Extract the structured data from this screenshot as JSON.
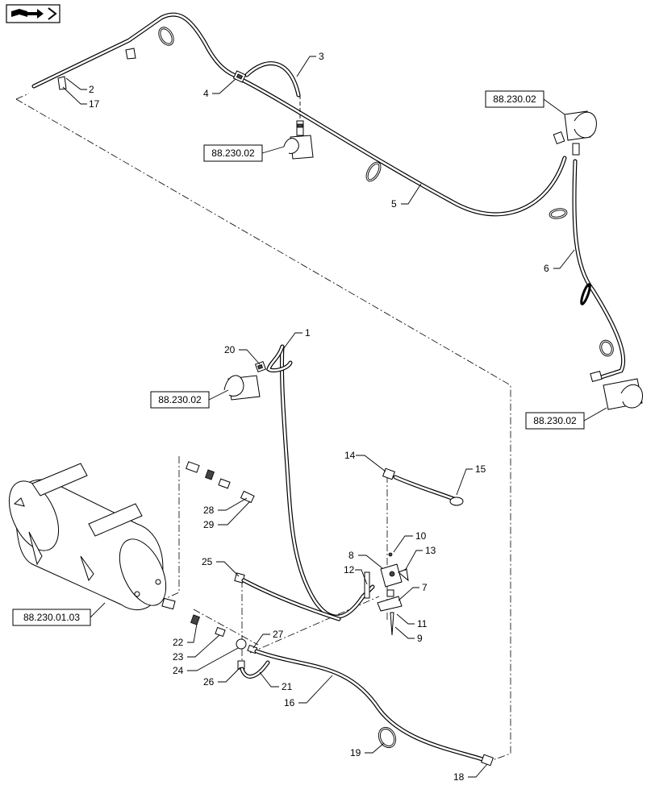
{
  "icon": "book-arrow-icon",
  "reference_boxes": [
    {
      "id": "ref-a",
      "label": "88.230.02"
    },
    {
      "id": "ref-b",
      "label": "88.230.02"
    },
    {
      "id": "ref-c",
      "label": "88.230.02"
    },
    {
      "id": "ref-d",
      "label": "88.230.02"
    },
    {
      "id": "ref-e",
      "label": "88.230.01.03"
    }
  ],
  "callouts": [
    "1",
    "2",
    "3",
    "4",
    "5",
    "6",
    "7",
    "8",
    "9",
    "10",
    "11",
    "12",
    "13",
    "14",
    "15",
    "16",
    "17",
    "18",
    "19",
    "20",
    "21",
    "22",
    "23",
    "24",
    "25",
    "26",
    "27",
    "28",
    "29"
  ]
}
